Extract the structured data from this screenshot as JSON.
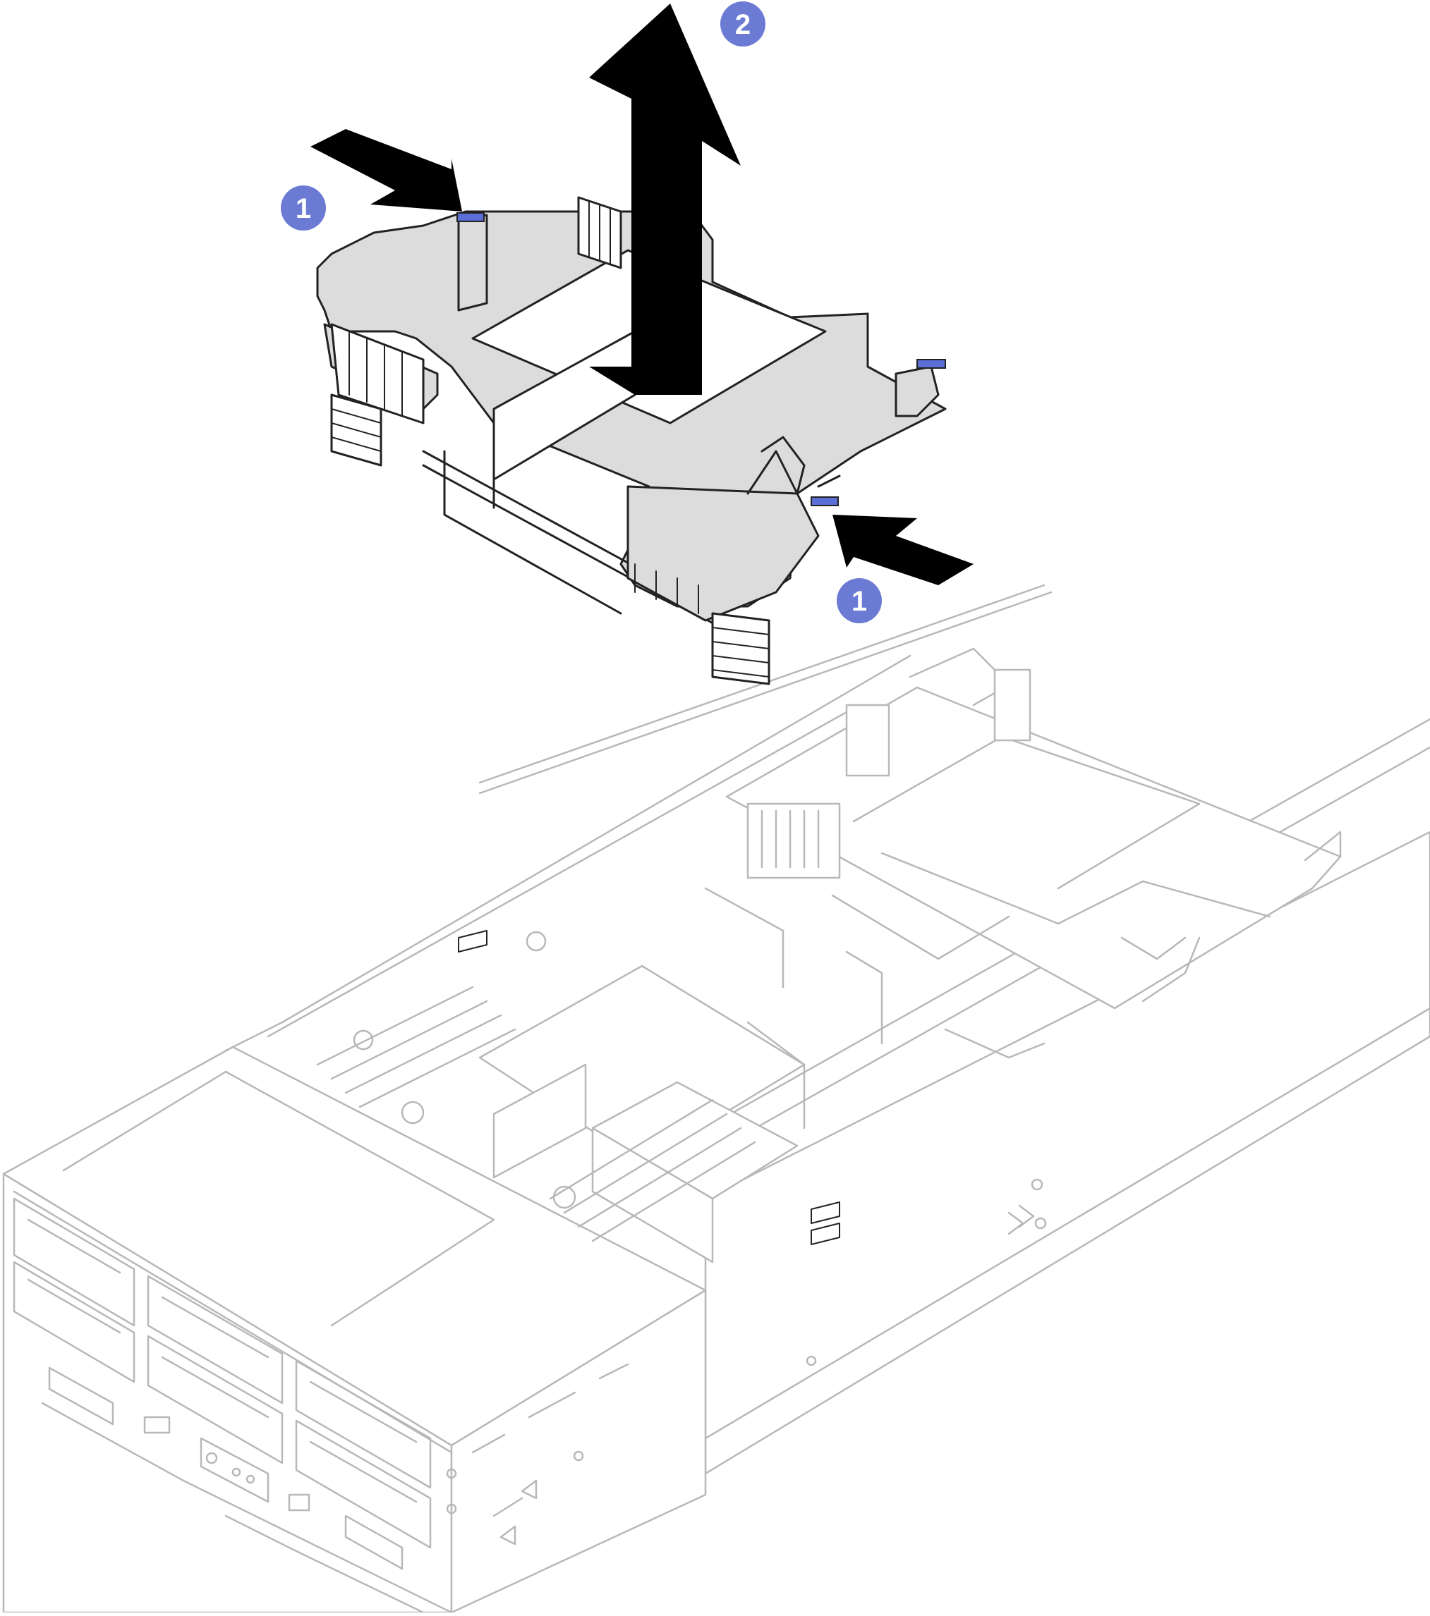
{
  "figure": {
    "colors": {
      "callout_fill": "#6b7bd4",
      "callout_text": "#ffffff",
      "arrow_fill": "#000000",
      "air_baffle_fill": "#dcdcdc",
      "outline_dark": "#222222",
      "outline_light": "#b8b8b8",
      "release_tab": "#5b6fd6"
    },
    "callouts": [
      {
        "label": "1",
        "meaning": "press-release-tabs"
      },
      {
        "label": "2",
        "meaning": "lift-air-baffle"
      },
      {
        "label": "1",
        "meaning": "press-release-tabs"
      }
    ]
  }
}
